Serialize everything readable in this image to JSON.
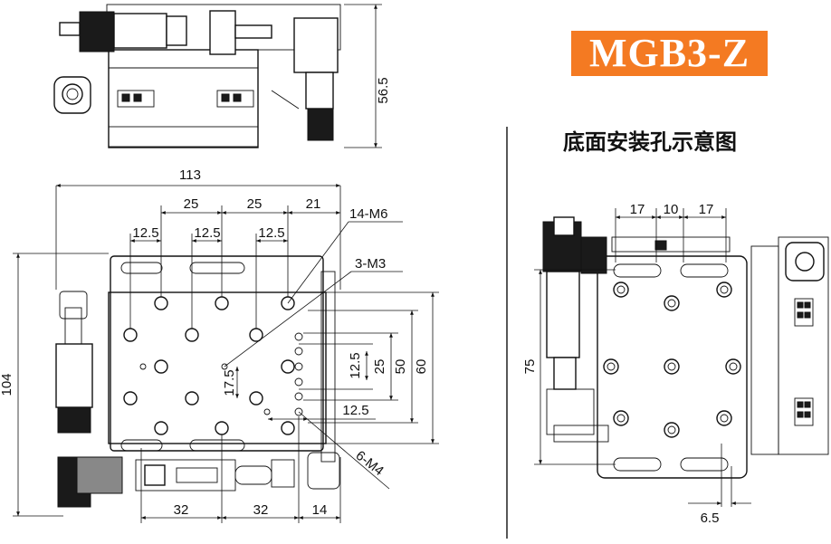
{
  "model_label": "MGB3-Z",
  "caption": "底面安装孔示意图",
  "top_view": {
    "height_dim": "56.5"
  },
  "main_view": {
    "overall_width": "113",
    "overall_height": "104",
    "top_spacing": [
      "25",
      "25",
      "21"
    ],
    "hole_offsets": [
      "12.5",
      "12.5",
      "12.5"
    ],
    "bottom_spacing": [
      "32",
      "32",
      "14"
    ],
    "right_dims": [
      "12.5",
      "25",
      "50",
      "60"
    ],
    "side_small": "17.5",
    "bottom_inner": "12.5",
    "callouts": {
      "m6": "14-M6",
      "m3": "3-M3",
      "m4": "6-M4"
    }
  },
  "bottom_view": {
    "top_dims": [
      "17",
      "10",
      "17"
    ],
    "height_dim": "75",
    "bottom_dim": "6.5"
  }
}
